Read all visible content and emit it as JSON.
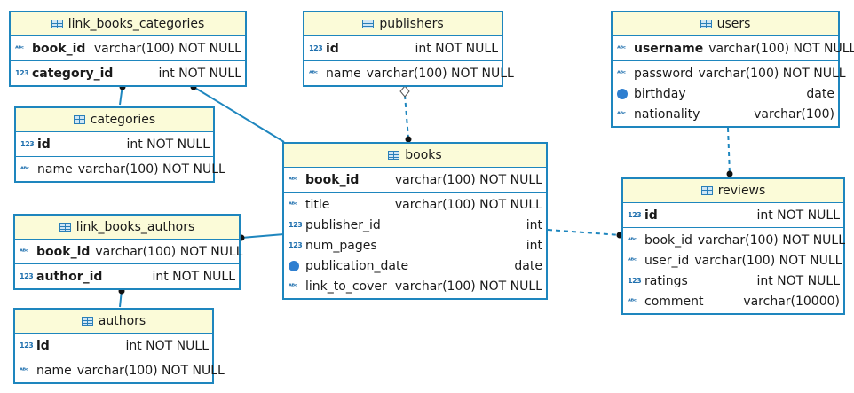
{
  "tables": {
    "link_books_categories": {
      "title": "link_books_categories",
      "rows": [
        {
          "icon": "ABC-key",
          "name": "book_id",
          "type": "varchar(100) NOT NULL",
          "bold": true
        },
        {
          "icon": "123-key",
          "name": "category_id",
          "type": "int NOT NULL",
          "bold": true
        }
      ]
    },
    "publishers": {
      "title": "publishers",
      "rows": [
        {
          "icon": "123-key",
          "name": "id",
          "type": "int NOT NULL",
          "bold": true
        },
        {
          "icon": "ABC",
          "name": "name",
          "type": "varchar(100) NOT NULL",
          "bold": false
        }
      ]
    },
    "users": {
      "title": "users",
      "rows": [
        {
          "icon": "ABC-key",
          "name": "username",
          "type": "varchar(100) NOT NULL",
          "bold": true
        },
        {
          "icon": "ABC",
          "name": "password",
          "type": "varchar(100) NOT NULL",
          "bold": false
        },
        {
          "icon": "clock",
          "name": "birthday",
          "type": "date",
          "bold": false
        },
        {
          "icon": "ABC",
          "name": "nationality",
          "type": "varchar(100)",
          "bold": false
        }
      ]
    },
    "categories": {
      "title": "categories",
      "rows": [
        {
          "icon": "123-key",
          "name": "id",
          "type": "int NOT NULL",
          "bold": true
        },
        {
          "icon": "ABC",
          "name": "name",
          "type": "varchar(100) NOT NULL",
          "bold": false
        }
      ]
    },
    "books": {
      "title": "books",
      "rows": [
        {
          "icon": "ABC-key",
          "name": "book_id",
          "type": "varchar(100) NOT NULL",
          "bold": true
        },
        {
          "icon": "ABC",
          "name": "title",
          "type": "varchar(100) NOT NULL",
          "bold": false
        },
        {
          "icon": "123-fk",
          "name": "publisher_id",
          "type": "int",
          "bold": false
        },
        {
          "icon": "123",
          "name": "num_pages",
          "type": "int",
          "bold": false
        },
        {
          "icon": "clock",
          "name": "publication_date",
          "type": "date",
          "bold": false
        },
        {
          "icon": "ABC",
          "name": "link_to_cover",
          "type": "varchar(100) NOT NULL",
          "bold": false
        }
      ]
    },
    "reviews": {
      "title": "reviews",
      "rows": [
        {
          "icon": "123-key",
          "name": "id",
          "type": "int NOT NULL",
          "bold": true
        },
        {
          "icon": "ABC-fk",
          "name": "book_id",
          "type": "varchar(100) NOT NULL",
          "bold": false
        },
        {
          "icon": "ABC-fk",
          "name": "user_id",
          "type": "varchar(100) NOT NULL",
          "bold": false
        },
        {
          "icon": "123",
          "name": "ratings",
          "type": "int NOT NULL",
          "bold": false
        },
        {
          "icon": "ABC",
          "name": "comment",
          "type": "varchar(10000)",
          "bold": false
        }
      ]
    },
    "link_books_authors": {
      "title": "link_books_authors",
      "rows": [
        {
          "icon": "ABC-key",
          "name": "book_id",
          "type": "varchar(100) NOT NULL",
          "bold": true
        },
        {
          "icon": "123-key",
          "name": "author_id",
          "type": "int NOT NULL",
          "bold": true
        }
      ]
    },
    "authors": {
      "title": "authors",
      "rows": [
        {
          "icon": "123-key",
          "name": "id",
          "type": "int NOT NULL",
          "bold": true
        },
        {
          "icon": "ABC",
          "name": "name",
          "type": "varchar(100) NOT NULL",
          "bold": false
        }
      ]
    }
  },
  "colors": {
    "border": "#1e86be",
    "header": "#fbfbd8",
    "line": "#1e86be"
  }
}
